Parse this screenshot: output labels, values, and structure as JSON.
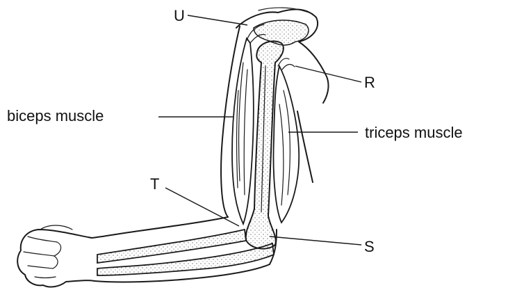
{
  "labels": {
    "u": "U",
    "r": "R",
    "biceps": "biceps muscle",
    "triceps": "triceps muscle",
    "t": "T",
    "s": "S"
  }
}
